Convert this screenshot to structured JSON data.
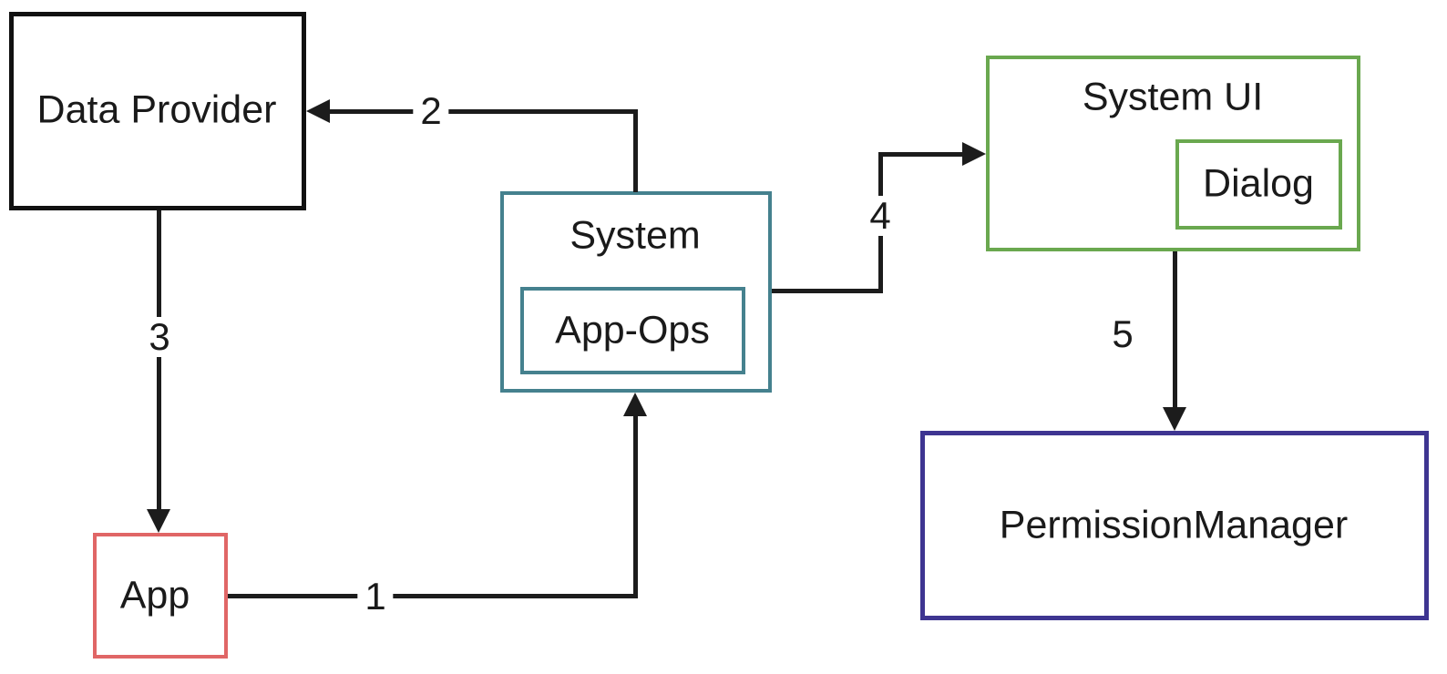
{
  "diagram": {
    "background_color": "#ffffff",
    "text_color": "#1a1a1a",
    "arrow_color": "#1c1c1c",
    "nodes": {
      "data_provider": {
        "label": "Data Provider",
        "border_color": "#111111"
      },
      "app": {
        "label": "App",
        "border_color": "#e06666"
      },
      "system": {
        "label": "System",
        "border_color": "#45818e"
      },
      "app_ops": {
        "label": "App-Ops",
        "border_color": "#45818e",
        "parent": "system"
      },
      "system_ui": {
        "label": "System UI",
        "border_color": "#6aa84f"
      },
      "dialog": {
        "label": "Dialog",
        "border_color": "#6aa84f",
        "parent": "system_ui"
      },
      "permission_manager": {
        "label": "PermissionManager",
        "border_color": "#3e3591"
      }
    },
    "edges": [
      {
        "label": "1",
        "from": "App",
        "to": "System"
      },
      {
        "label": "2",
        "from": "System",
        "to": "Data Provider"
      },
      {
        "label": "3",
        "from": "Data Provider",
        "to": "App"
      },
      {
        "label": "4",
        "from": "System",
        "to": "System UI"
      },
      {
        "label": "5",
        "from": "System UI",
        "to": "PermissionManager"
      }
    ]
  }
}
